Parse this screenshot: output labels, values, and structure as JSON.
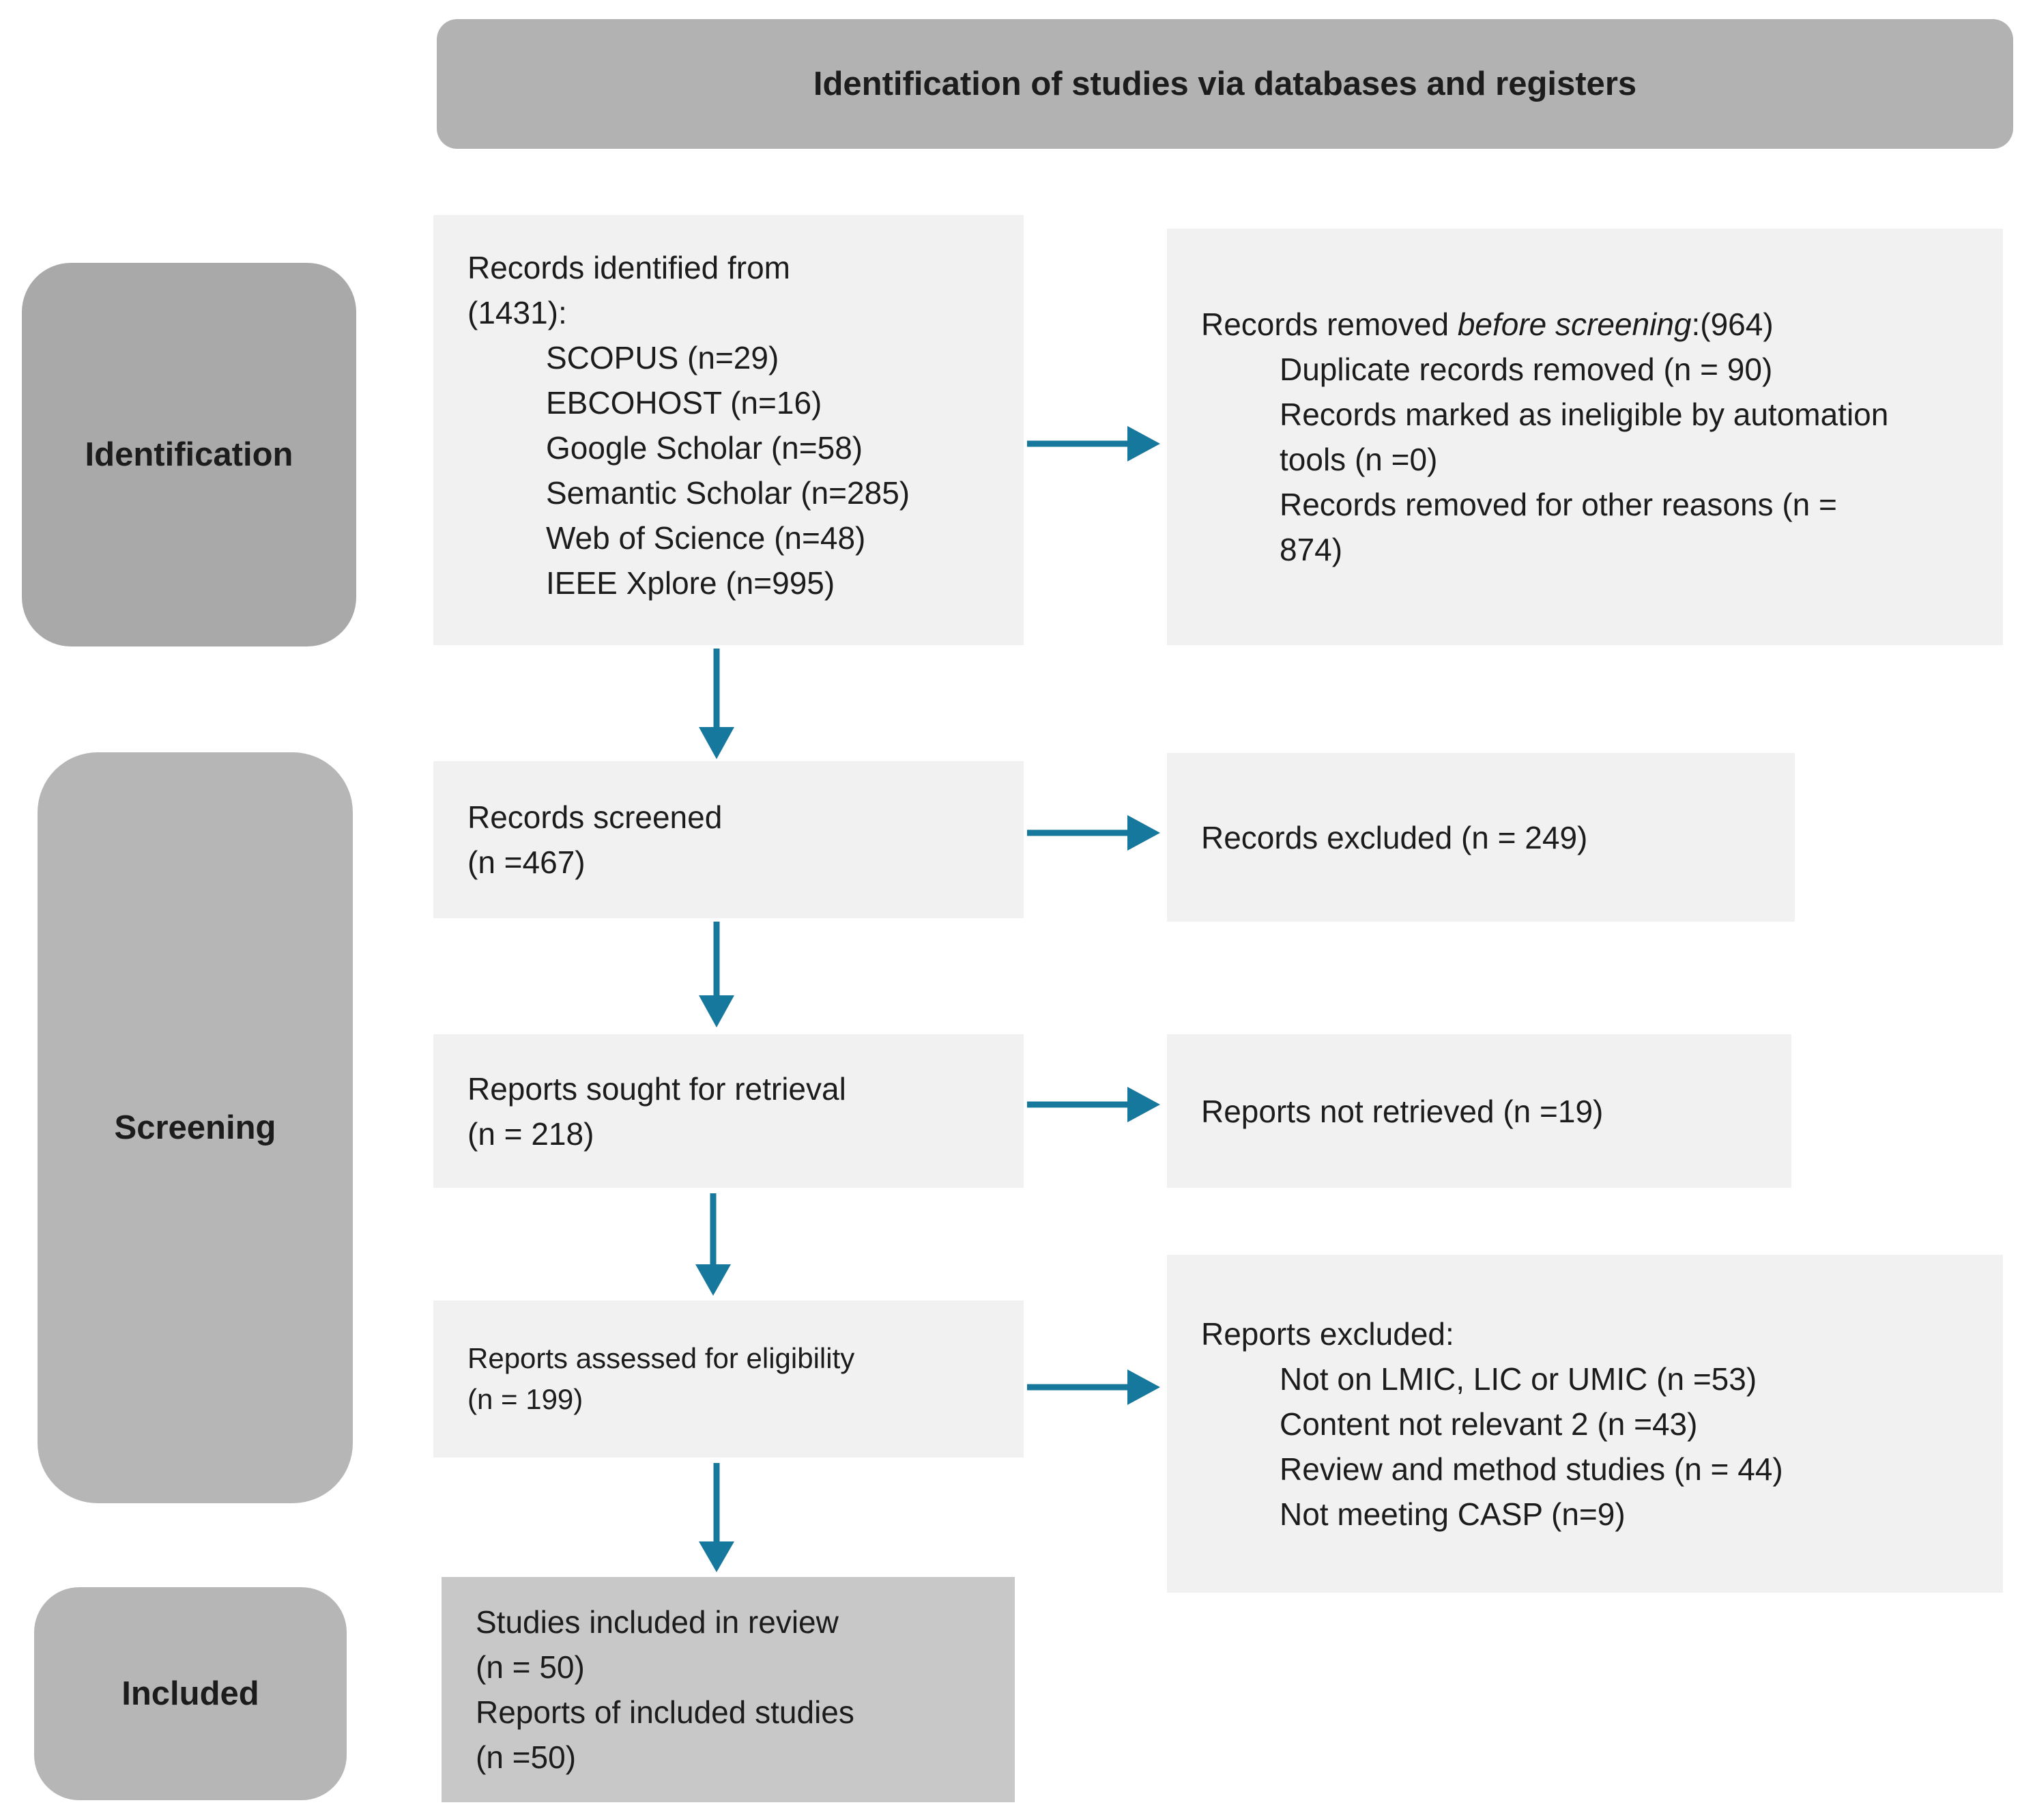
{
  "title": "Identification of studies via databases and registers",
  "stages": {
    "identification": "Identification",
    "screening": "Screening",
    "included": "Included"
  },
  "colors": {
    "arrow": "#17789E",
    "title_bar_bg": "#B2B2B2",
    "stage_identification_bg": "#A9A9A9",
    "stage_bg": "#B6B6B6",
    "box_bg": "#F1F1F1",
    "included_box_bg": "#C8C8C8",
    "text": "#1C1C1C"
  },
  "boxes": {
    "identified": {
      "title_lines": [
        "Records identified from",
        "(1431):"
      ],
      "items": [
        "SCOPUS (n=29)",
        "EBCOHOST (n=16)",
        "Google Scholar (n=58)",
        "Semantic Scholar (n=285)",
        "Web of Science (n=48)",
        "IEEE Xplore (n=995)"
      ]
    },
    "removed": {
      "title_prefix": "Records removed ",
      "title_italic": "before screening",
      "title_suffix": ":(964)",
      "items": [
        "Duplicate records removed (n = 90)",
        "Records marked as ineligible by automation tools (n =0)",
        "Records removed for other reasons (n = 874)"
      ]
    },
    "screened": {
      "lines": [
        "Records screened",
        "(n =467)"
      ]
    },
    "records_excluded": {
      "text": "Records excluded (n = 249)"
    },
    "sought": {
      "lines": [
        "Reports sought for retrieval",
        "(n = 218)"
      ]
    },
    "not_retrieved": {
      "text": "Reports not retrieved (n =19)"
    },
    "assessed": {
      "lines": [
        "Reports assessed for eligibility",
        "(n = 199)"
      ]
    },
    "reports_excluded": {
      "title": "Reports excluded:",
      "items": [
        "Not on LMIC, LIC or UMIC (n =53)",
        "Content not relevant 2 (n =43)",
        "Review and method studies (n = 44)",
        "Not meeting CASP (n=9)"
      ]
    },
    "included": {
      "lines": [
        "Studies included in review",
        "(n = 50)",
        "Reports of included studies",
        "(n =50)"
      ]
    }
  }
}
